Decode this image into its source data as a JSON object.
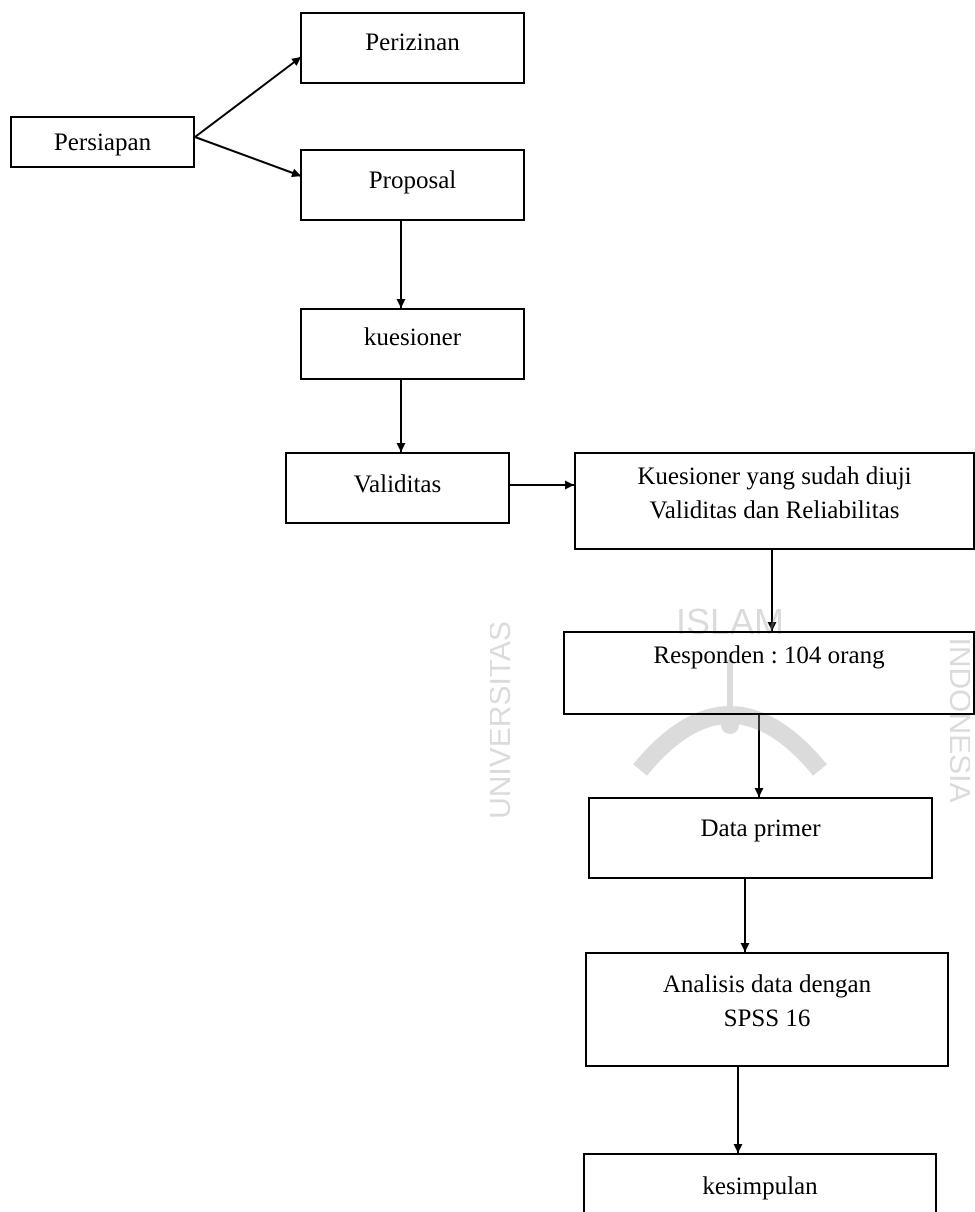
{
  "diagram": {
    "nodes": [
      {
        "id": "persiapan",
        "lines": [
          "Persiapan"
        ]
      },
      {
        "id": "perizinan",
        "lines": [
          "Perizinan"
        ]
      },
      {
        "id": "proposal",
        "lines": [
          "Proposal"
        ]
      },
      {
        "id": "kuesioner",
        "lines": [
          "kuesioner"
        ]
      },
      {
        "id": "validitas",
        "lines": [
          "Validitas"
        ]
      },
      {
        "id": "kuesioner-diuji",
        "lines": [
          "Kuesioner yang sudah diuji",
          "Validitas dan Reliabilitas"
        ]
      },
      {
        "id": "responden",
        "lines": [
          "Responden : 104 orang"
        ]
      },
      {
        "id": "data-primer",
        "lines": [
          "Data primer"
        ]
      },
      {
        "id": "analisis",
        "lines": [
          "Analisis data dengan",
          "SPSS 16"
        ]
      },
      {
        "id": "kesimpulan",
        "lines": [
          "kesimpulan"
        ]
      }
    ],
    "edges": [
      {
        "from": "persiapan",
        "to": "perizinan"
      },
      {
        "from": "persiapan",
        "to": "proposal"
      },
      {
        "from": "proposal",
        "to": "kuesioner"
      },
      {
        "from": "kuesioner",
        "to": "validitas"
      },
      {
        "from": "validitas",
        "to": "kuesioner-diuji"
      },
      {
        "from": "kuesioner-diuji",
        "to": "responden"
      },
      {
        "from": "responden",
        "to": "data-primer"
      },
      {
        "from": "data-primer",
        "to": "analisis"
      },
      {
        "from": "analisis",
        "to": "kesimpulan"
      }
    ]
  },
  "watermark": {
    "top_text": "ISLAM",
    "left_text": "UNIVERSITAS",
    "right_text": "INDONESIA",
    "color": "#9a9a9a"
  }
}
